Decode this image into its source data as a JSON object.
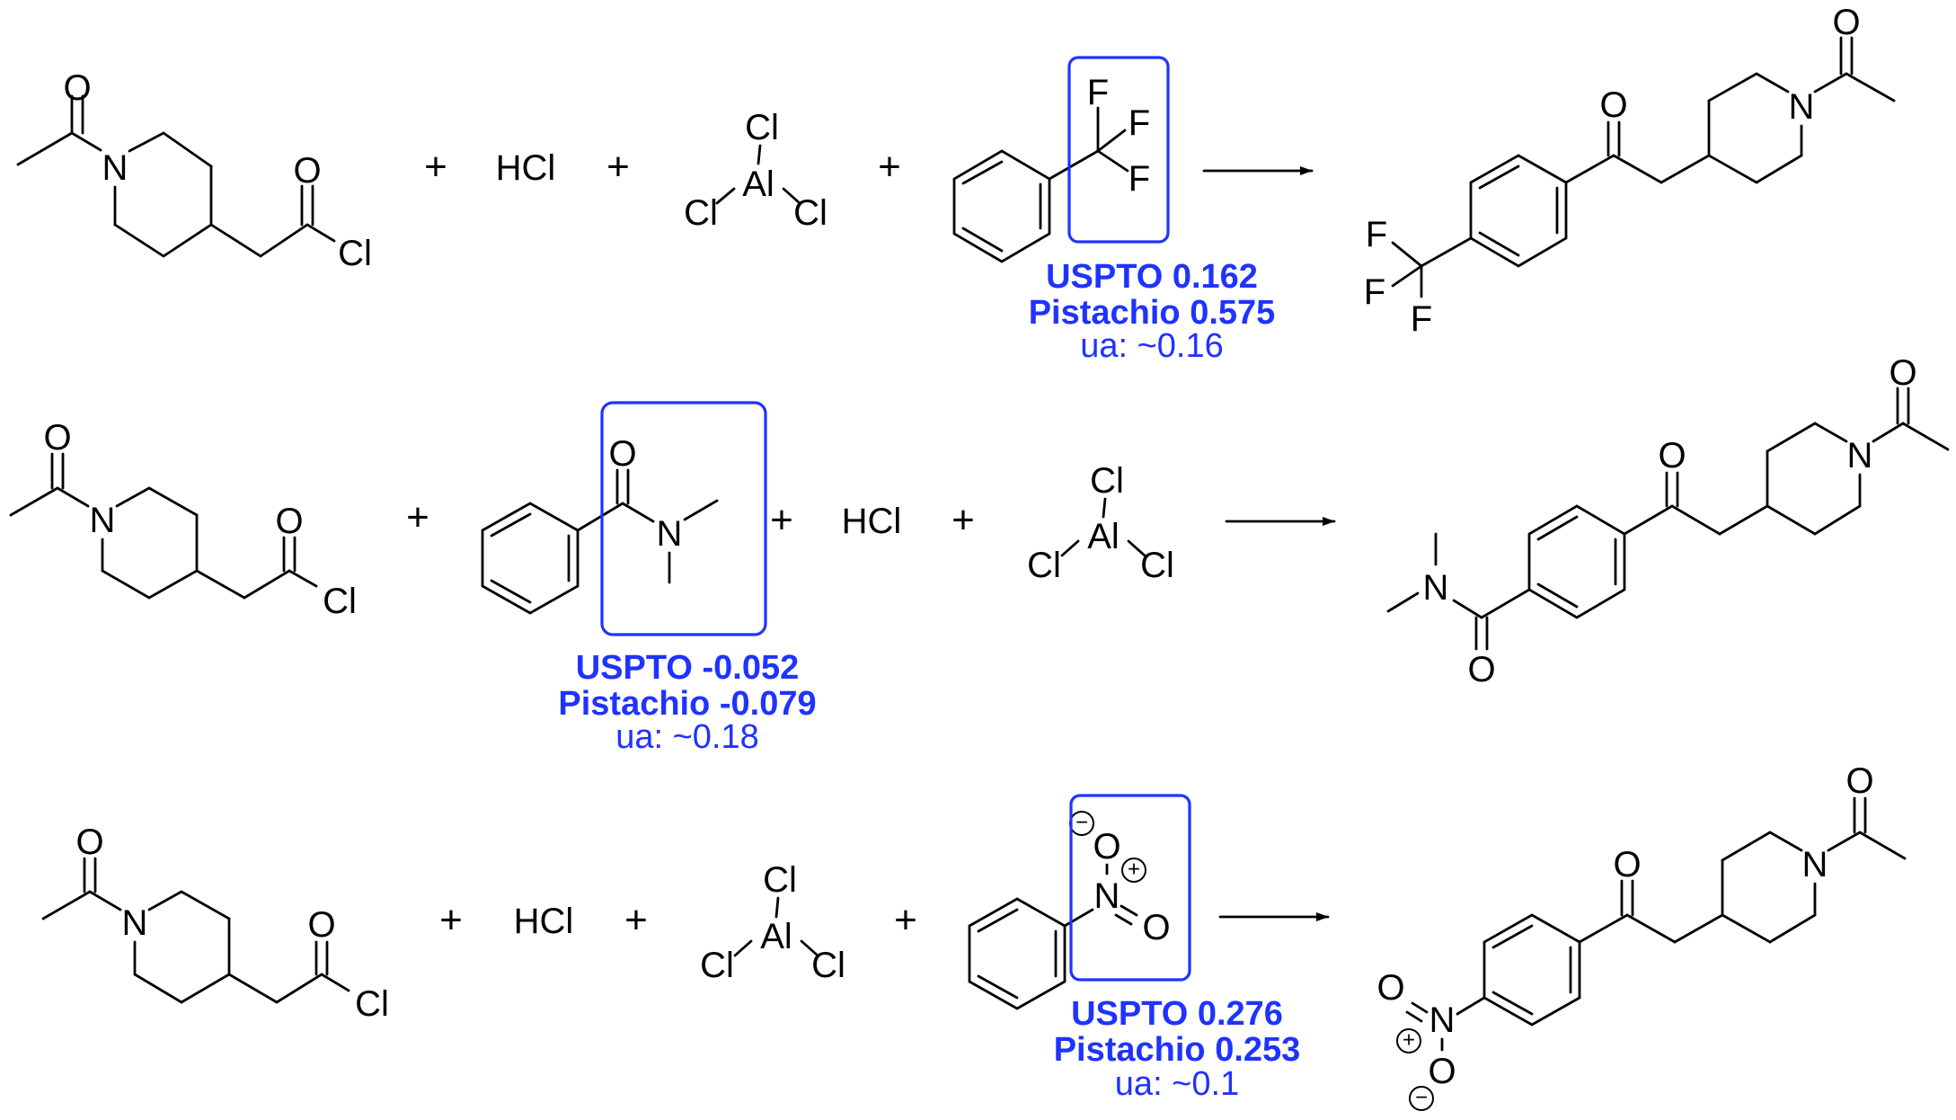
{
  "atoms": {
    "N": "N",
    "O": "O",
    "Cl": "Cl",
    "Al": "Al",
    "F": "F",
    "HCl": "HCl",
    "plus": "+"
  },
  "reactions": [
    {
      "scores": {
        "uspto": "USPTO 0.162",
        "pistachio": "Pistachio 0.575",
        "ua": "ua: ~0.16"
      }
    },
    {
      "scores": {
        "uspto": "USPTO -0.052",
        "pistachio": "Pistachio -0.079",
        "ua": "ua: ~0.18"
      }
    },
    {
      "scores": {
        "uspto": "USPTO 0.276",
        "pistachio": "Pistachio 0.253",
        "ua": "ua: ~0.1"
      }
    }
  ],
  "charges": {
    "plus": "+",
    "minus": "−"
  },
  "colors": {
    "highlight": "#1f33ff",
    "ink": "#000000"
  }
}
